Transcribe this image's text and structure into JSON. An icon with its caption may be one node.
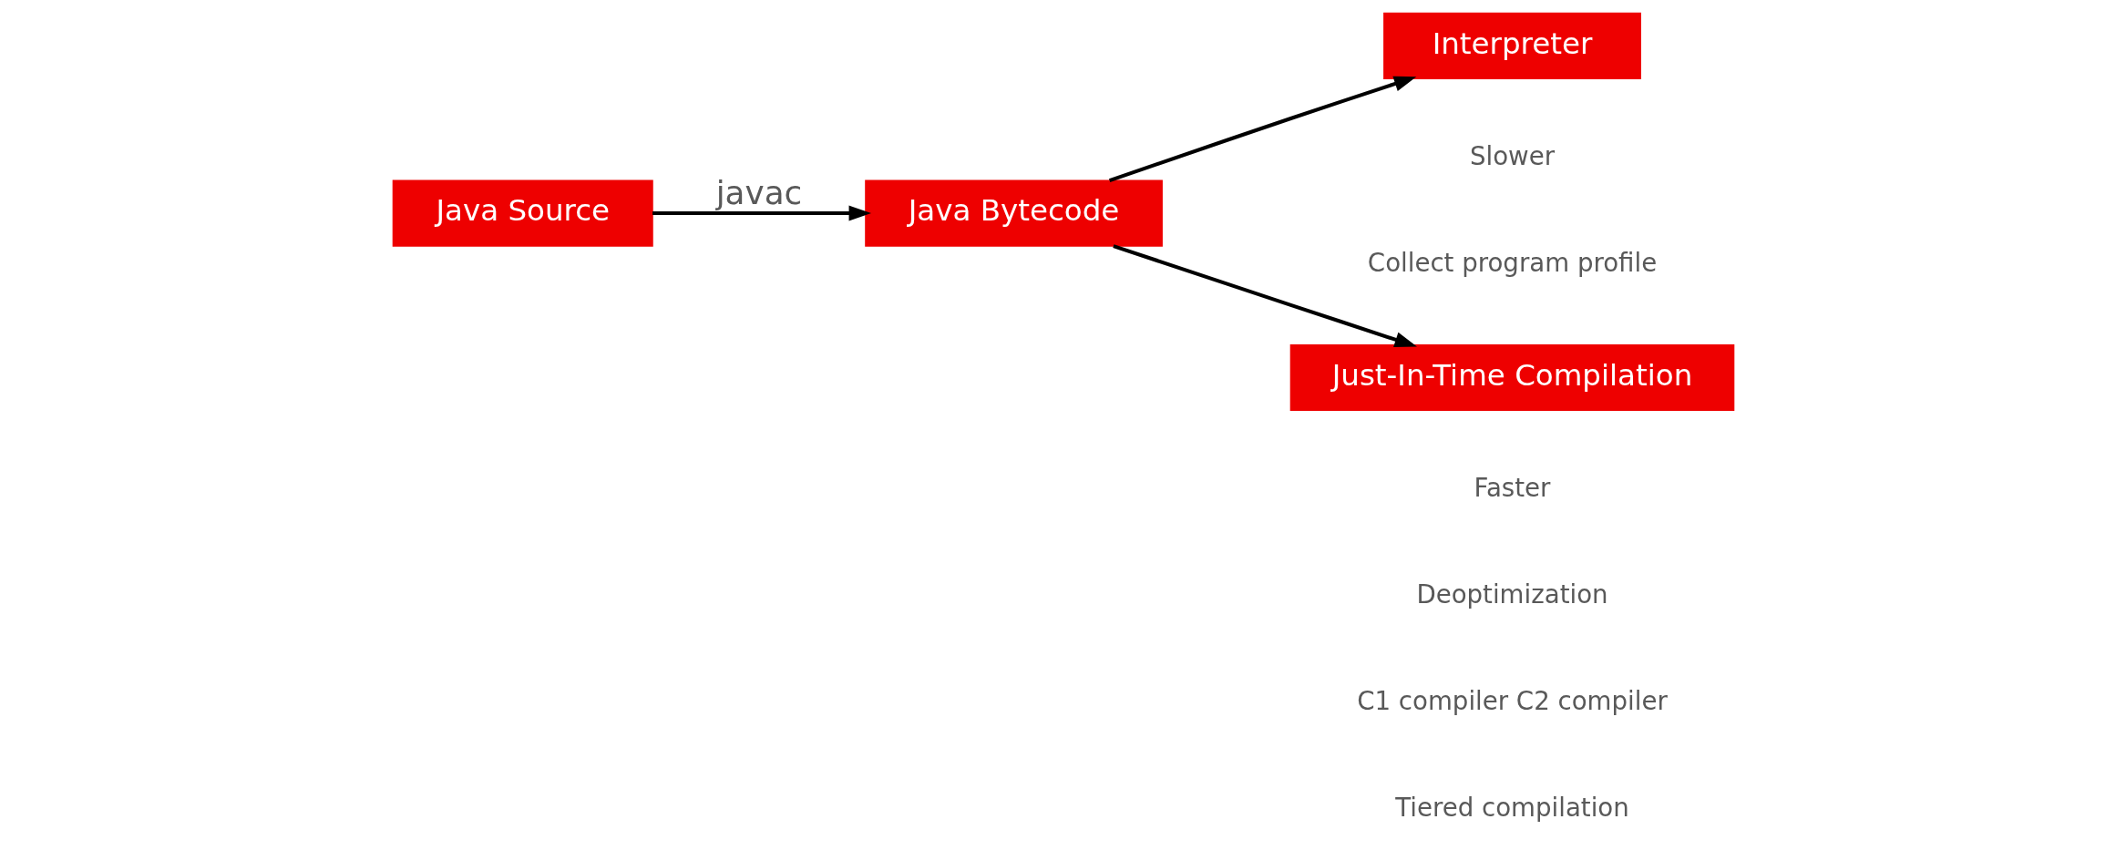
{
  "diagram": {
    "nodes": [
      {
        "text": [
          "Java Source"
        ]
      },
      {
        "text": [
          "Java Bytecode"
        ]
      },
      {
        "text": [
          "Interpreter"
        ]
      },
      {
        "text": [
          "Just-In-Time Compilation"
        ]
      }
    ],
    "edges": [
      {
        "from": 0,
        "to": 1,
        "arrow": "to",
        "label": "javac"
      },
      {
        "from": 1,
        "to": 2,
        "arrow": "to"
      },
      {
        "from": 1,
        "to": 3,
        "arrow": "to"
      }
    ],
    "labels": [
      "Slower",
      "Collect program profile",
      "Faster",
      "Deoptimization",
      "C1 compiler C2 compiler",
      "Tiered compilation"
    ]
  }
}
